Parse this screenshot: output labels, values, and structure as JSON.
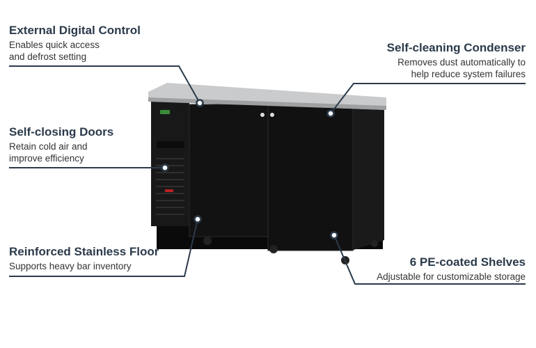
{
  "features": [
    {
      "title": "External Digital Control",
      "desc_lines": [
        "Enables quick access",
        "and defrost setting"
      ]
    },
    {
      "title": "Self-cleaning Condenser",
      "desc_lines": [
        "Removes dust automatically to",
        "help reduce system failures"
      ]
    },
    {
      "title": "Self-closing Doors",
      "desc_lines": [
        "Retain cold air and",
        "improve efficiency"
      ]
    },
    {
      "title": "Reinforced Stainless Floor",
      "desc_lines": [
        "Supports heavy bar inventory"
      ]
    },
    {
      "title": "6 PE-coated Shelves",
      "desc_lines": [
        "Adjustable for customizable storage"
      ]
    }
  ],
  "colors": {
    "text": "#2b3a4a",
    "line": "#2b3a4a",
    "cabinet": "#141414",
    "top": "#c9cbcd"
  }
}
